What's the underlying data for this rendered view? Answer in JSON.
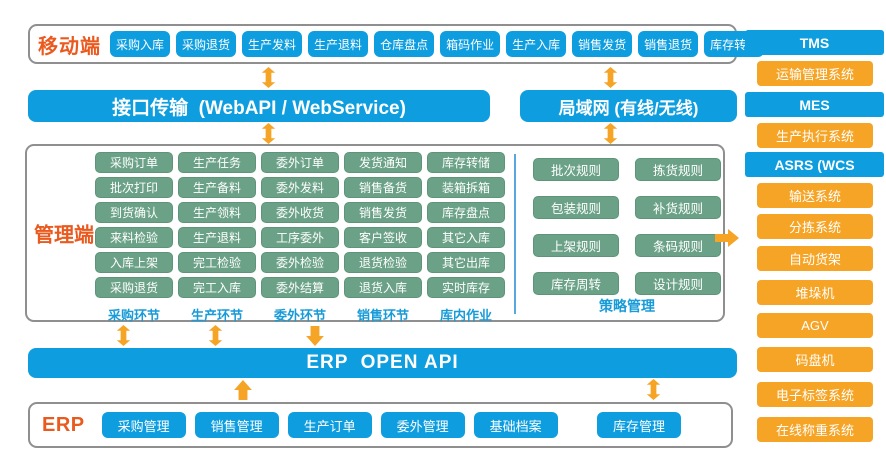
{
  "colors": {
    "blue": "#0e9edf",
    "green": "#6ba287",
    "orange": "#f6a425",
    "label_orange": "#ea5a1f",
    "section_label_blue": "#189bd8",
    "panel_border": "#8f8f8f"
  },
  "mobile": {
    "label": "移动端",
    "buttons": [
      "采购入库",
      "采购退货",
      "生产发料",
      "生产退料",
      "仓库盘点",
      "箱码作业",
      "生产入库",
      "销售发货",
      "销售退货",
      "库存转储"
    ]
  },
  "bars": {
    "api": "接口传输  (WebAPI / WebService)",
    "lan": "局域网 (有线/无线)",
    "erp_open_api": "ERP  OPEN API"
  },
  "management": {
    "label": "管理端",
    "columns": [
      {
        "footer": "采购环节",
        "items": [
          "采购订单",
          "批次打印",
          "到货确认",
          "来料检验",
          "入库上架",
          "采购退货"
        ]
      },
      {
        "footer": "生产环节",
        "items": [
          "生产任务",
          "生产备料",
          "生产领料",
          "生产退料",
          "完工检验",
          "完工入库"
        ]
      },
      {
        "footer": "委外环节",
        "items": [
          "委外订单",
          "委外发料",
          "委外收货",
          "工序委外",
          "委外检验",
          "委外结算"
        ]
      },
      {
        "footer": "销售环节",
        "items": [
          "发货通知",
          "销售备货",
          "销售发货",
          "客户签收",
          "退货检验",
          "退货入库"
        ]
      },
      {
        "footer": "库内作业",
        "items": [
          "库存转储",
          "装箱拆箱",
          "库存盘点",
          "其它入库",
          "其它出库",
          "实时库存"
        ]
      }
    ],
    "strategy": {
      "label": "策略管理",
      "items": [
        "批次规则",
        "拣货规则",
        "包装规则",
        "补货规则",
        "上架规则",
        "条码规则",
        "库存周转",
        "设计规则"
      ]
    }
  },
  "erp": {
    "label": "ERP",
    "buttons": [
      "采购管理",
      "销售管理",
      "生产订单",
      "委外管理",
      "基础档案"
    ],
    "inventory_button": "库存管理"
  },
  "sidebar": {
    "items": [
      {
        "label": "TMS"
      },
      {
        "label": "运输管理系统"
      },
      {
        "label": "MES"
      },
      {
        "label": "生产执行系统"
      },
      {
        "label": "ASRS (WCS"
      },
      {
        "label": "输送系统"
      },
      {
        "label": "分拣系统"
      },
      {
        "label": "自动货架"
      },
      {
        "label": "堆垛机"
      },
      {
        "label": "AGV"
      },
      {
        "label": "码盘机"
      },
      {
        "label": "电子标签系统"
      },
      {
        "label": "在线称重系统"
      }
    ]
  }
}
